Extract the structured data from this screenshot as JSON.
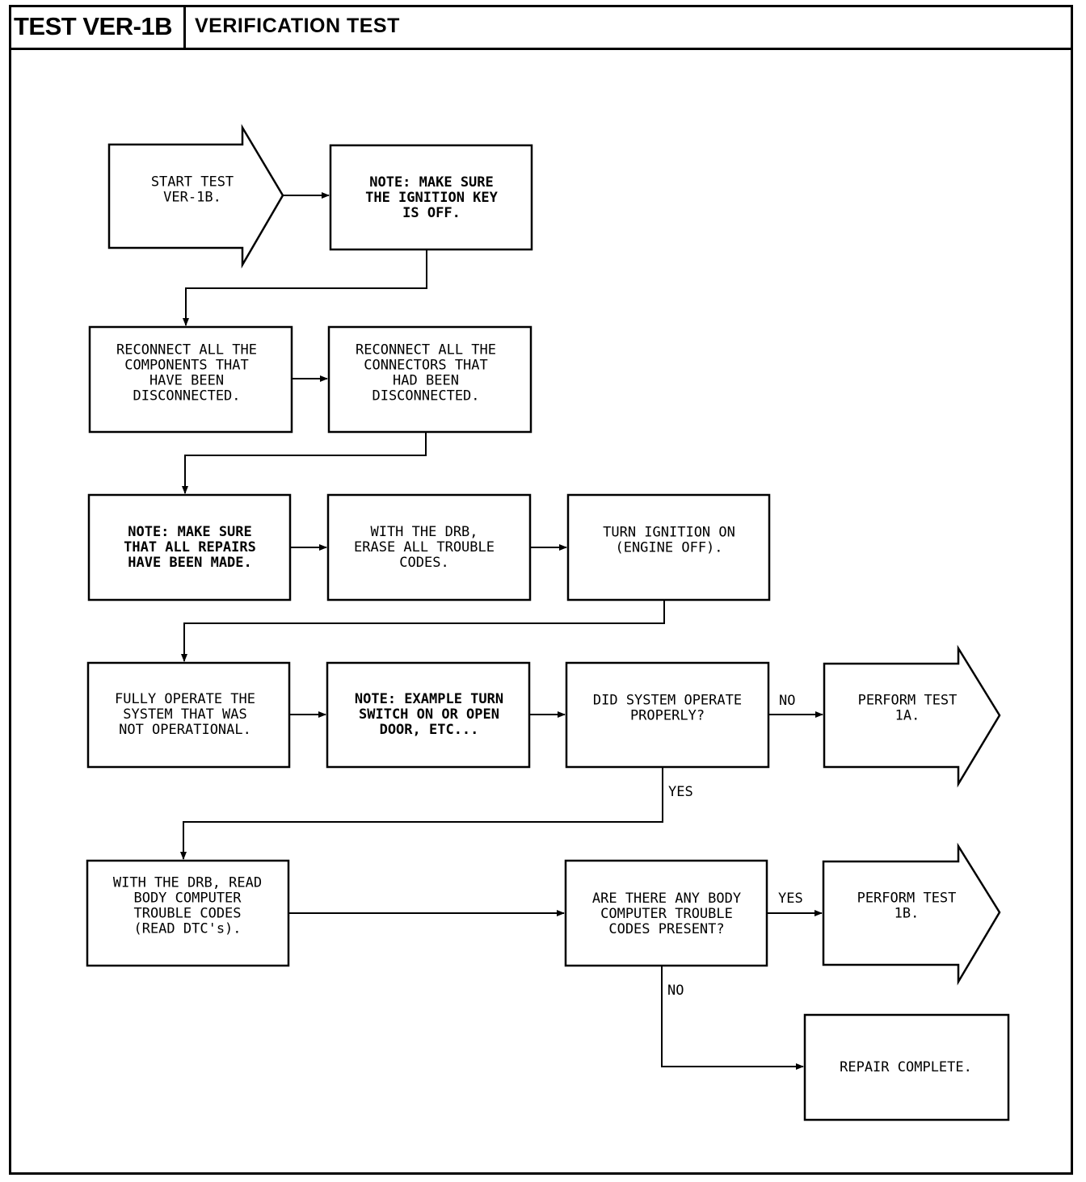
{
  "header": {
    "test_id": "TEST VER-1B",
    "title": "VERIFICATION TEST"
  },
  "nodes": {
    "start": [
      "START TEST",
      "VER-1B."
    ],
    "note_ignition_off": [
      "NOTE: MAKE SURE",
      "THE IGNITION KEY",
      "IS OFF."
    ],
    "reconnect_components": [
      "RECONNECT ALL THE",
      "COMPONENTS THAT",
      "HAVE BEEN",
      "DISCONNECTED."
    ],
    "reconnect_connectors": [
      "RECONNECT ALL THE",
      "CONNECTORS THAT",
      "HAD BEEN",
      "DISCONNECTED."
    ],
    "note_repairs": [
      "NOTE: MAKE SURE",
      "THAT ALL REPAIRS",
      "HAVE BEEN MADE."
    ],
    "erase_codes": [
      "WITH THE DRB,",
      "ERASE ALL TROUBLE",
      "CODES."
    ],
    "ignition_on": [
      "TURN IGNITION ON",
      "(ENGINE OFF)."
    ],
    "operate_system": [
      "FULLY OPERATE THE",
      "SYSTEM THAT WAS",
      "NOT OPERATIONAL."
    ],
    "note_example": [
      "NOTE: EXAMPLE TURN",
      "SWITCH ON OR OPEN",
      "DOOR, ETC..."
    ],
    "q_operate": [
      "DID SYSTEM OPERATE",
      "PROPERLY?"
    ],
    "perform_1a": [
      "PERFORM TEST",
      "1A."
    ],
    "read_codes": [
      "WITH THE DRB, READ",
      "BODY COMPUTER",
      "TROUBLE CODES",
      "(READ DTC's)."
    ],
    "q_codes": [
      "ARE THERE ANY BODY",
      "COMPUTER TROUBLE",
      "CODES PRESENT?"
    ],
    "perform_1b": [
      "PERFORM TEST",
      "1B."
    ],
    "repair_complete": [
      "REPAIR COMPLETE."
    ]
  },
  "labels": {
    "q_operate_no": "NO",
    "q_operate_yes": "YES",
    "q_codes_yes": "YES",
    "q_codes_no": "NO"
  }
}
